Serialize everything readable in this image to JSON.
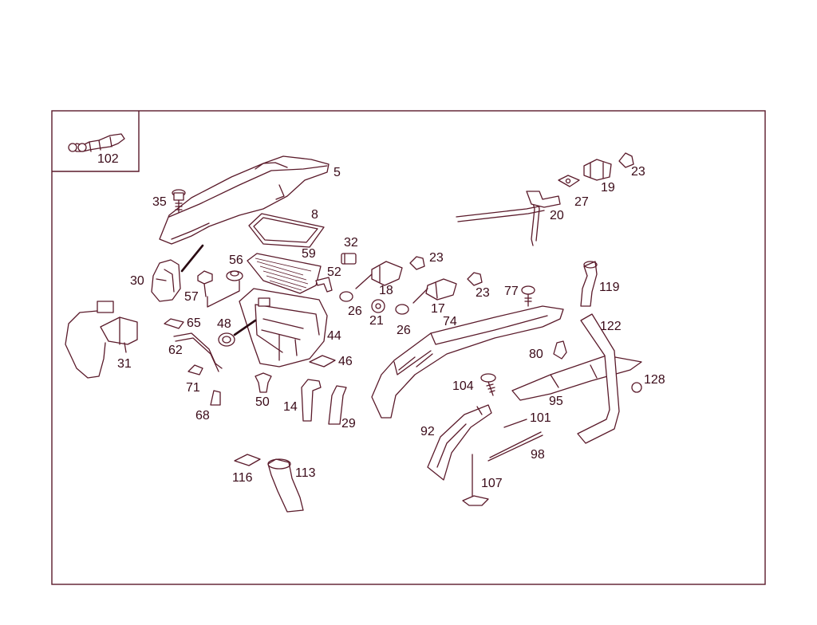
{
  "diagram": {
    "labels": {
      "p5": "5",
      "p8": "8",
      "p14": "14",
      "p17": "17",
      "p18": "18",
      "p19": "19",
      "p20": "20",
      "p21": "21",
      "p23a": "23",
      "p23b": "23",
      "p23c": "23",
      "p26a": "26",
      "p26b": "26",
      "p27": "27",
      "p29": "29",
      "p30": "30",
      "p31": "31",
      "p32": "32",
      "p35": "35",
      "p44": "44",
      "p46": "46",
      "p48": "48",
      "p50": "50",
      "p52": "52",
      "p56": "56",
      "p57": "57",
      "p59": "59",
      "p62": "62",
      "p65": "65",
      "p68": "68",
      "p71": "71",
      "p74": "74",
      "p77": "77",
      "p80": "80",
      "p92": "92",
      "p95": "95",
      "p98": "98",
      "p101": "101",
      "p102": "102",
      "p104": "104",
      "p107": "107",
      "p113": "113",
      "p116": "116",
      "p119": "119",
      "p122": "122",
      "p128": "128"
    }
  }
}
